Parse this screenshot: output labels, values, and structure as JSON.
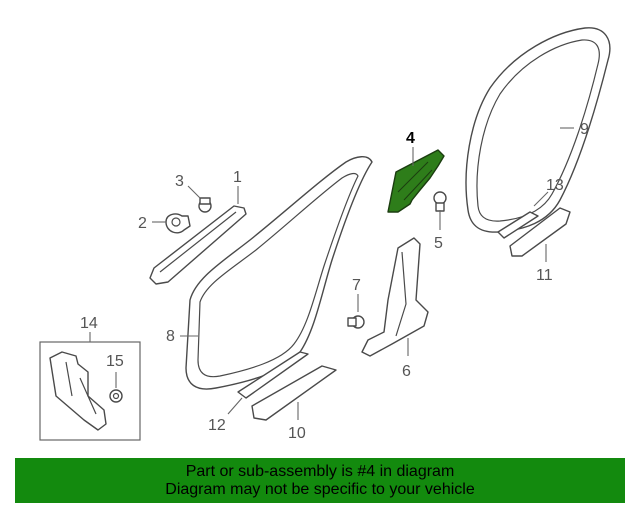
{
  "diagram": {
    "callouts": {
      "c1": "1",
      "c2": "2",
      "c3": "3",
      "c4": "4",
      "c5": "5",
      "c6": "6",
      "c7": "7",
      "c8": "8",
      "c9": "9",
      "c10": "10",
      "c11": "11",
      "c12": "12",
      "c13": "13",
      "c14": "14",
      "c15": "15"
    },
    "highlight_part": "4",
    "colors": {
      "highlight_fill": "#2e7d1a",
      "line": "#4a4a4a",
      "banner_bg": "#138a0e"
    }
  },
  "banner": {
    "line1": "Part or sub-assembly is #4 in diagram",
    "line2": "Diagram may not be specific to your vehicle"
  }
}
